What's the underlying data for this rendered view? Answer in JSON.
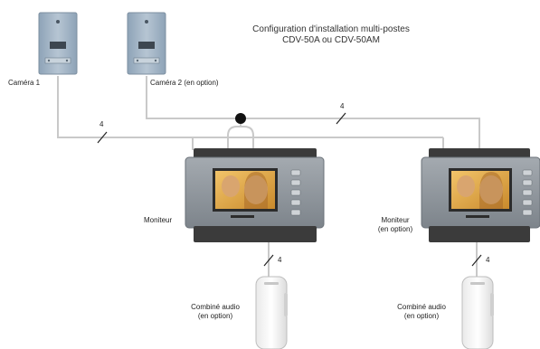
{
  "title": {
    "line1": "Configuration d'installation multi-postes",
    "line2": "CDV-50A ou CDV-50AM"
  },
  "labels": {
    "camera1": "Caméra 1",
    "camera2": "Caméra 2 (en option)",
    "monitor1": "Moniteur",
    "monitor2_line1": "Moniteur",
    "monitor2_line2": "(en option)",
    "handset1_line1": "Combiné audio",
    "handset1_line2": "(en option)",
    "handset2_line1": "Combiné audio",
    "handset2_line2": "(en option)"
  },
  "wire_counts": {
    "camera1_line": "4",
    "camera2_line": "4",
    "handset1_line": "4",
    "handset2_line": "4"
  },
  "colors": {
    "wire": "#c9c9c9",
    "camera_panel": "#9fb2c4",
    "monitor_body": "#8f969d",
    "monitor_top": "#3b3b3b",
    "junction": "#111111"
  }
}
